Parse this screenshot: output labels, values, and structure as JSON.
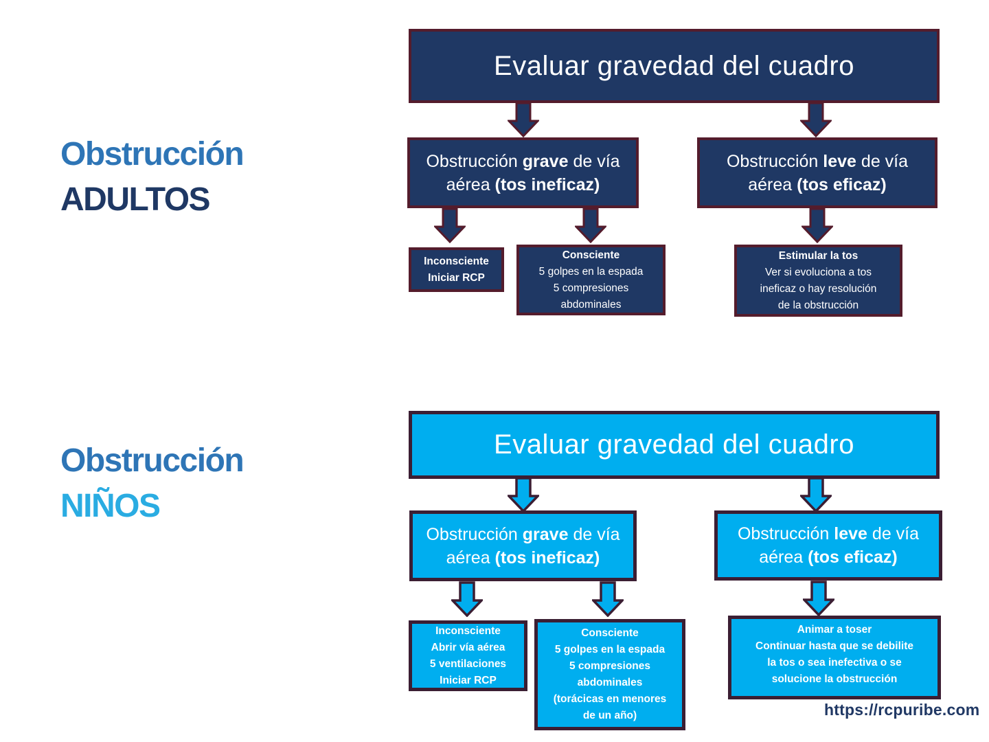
{
  "colors": {
    "adult_fill": "#1F3864",
    "adult_border": "#541C2C",
    "child_fill": "#00AEEF",
    "child_border": "#3B1E33",
    "heading_blue": "#2E75B6",
    "adults_navy": "#1F3864",
    "ninos_cyan": "#2AACE2",
    "url_navy": "#203864",
    "box_text": "#FFFFFF"
  },
  "adults": {
    "label_line1": "Obstrucción",
    "label_line2": "ADULTOS",
    "title": "Evaluar gravedad del cuadro",
    "grave_box": {
      "seg0": "Obstrucción ",
      "seg1": "grave",
      "seg2": " de vía aérea ",
      "seg3": "(tos ineficaz)"
    },
    "leve_box": {
      "seg0": "Obstrucción ",
      "seg1": "leve",
      "seg2": " de vía aérea ",
      "seg3": "(tos eficaz)"
    },
    "outcome_unconscious": {
      "lines": [
        "Inconsciente",
        "Iniciar RCP"
      ]
    },
    "outcome_conscious": {
      "title": "Consciente",
      "lines": [
        "5 golpes en la espada",
        "5 compresiones",
        "abdominales"
      ]
    },
    "outcome_stimulate": {
      "title": "Estimular la tos",
      "lines": [
        "Ver si evoluciona a tos",
        "ineficaz o hay resolución",
        "de la obstrucción"
      ]
    }
  },
  "children": {
    "label_line1": "Obstrucción",
    "label_line2": "NIÑOS",
    "title": "Evaluar gravedad del cuadro",
    "grave_box": {
      "seg0": "Obstrucción ",
      "seg1": "grave",
      "seg2": " de vía aérea ",
      "seg3": "(tos ineficaz)"
    },
    "leve_box": {
      "seg0": "Obstrucción ",
      "seg1": "leve",
      "seg2": " de vía aérea ",
      "seg3": "(tos eficaz)"
    },
    "outcome_unconscious": {
      "lines": [
        "Inconsciente",
        "Abrir vía aérea",
        "5 ventilaciones",
        "Iniciar RCP"
      ]
    },
    "outcome_conscious": {
      "lines": [
        "Consciente",
        "5 golpes en la espada",
        "5 compresiones",
        "abdominales",
        "(torácicas en menores",
        "de un año)"
      ]
    },
    "outcome_cough": {
      "lines": [
        "Animar a toser",
        "Continuar hasta que se debilite",
        "la tos o sea inefectiva o se",
        "solucione la obstrucción"
      ]
    }
  },
  "footer": {
    "url": "https://rcpuribe.com"
  }
}
